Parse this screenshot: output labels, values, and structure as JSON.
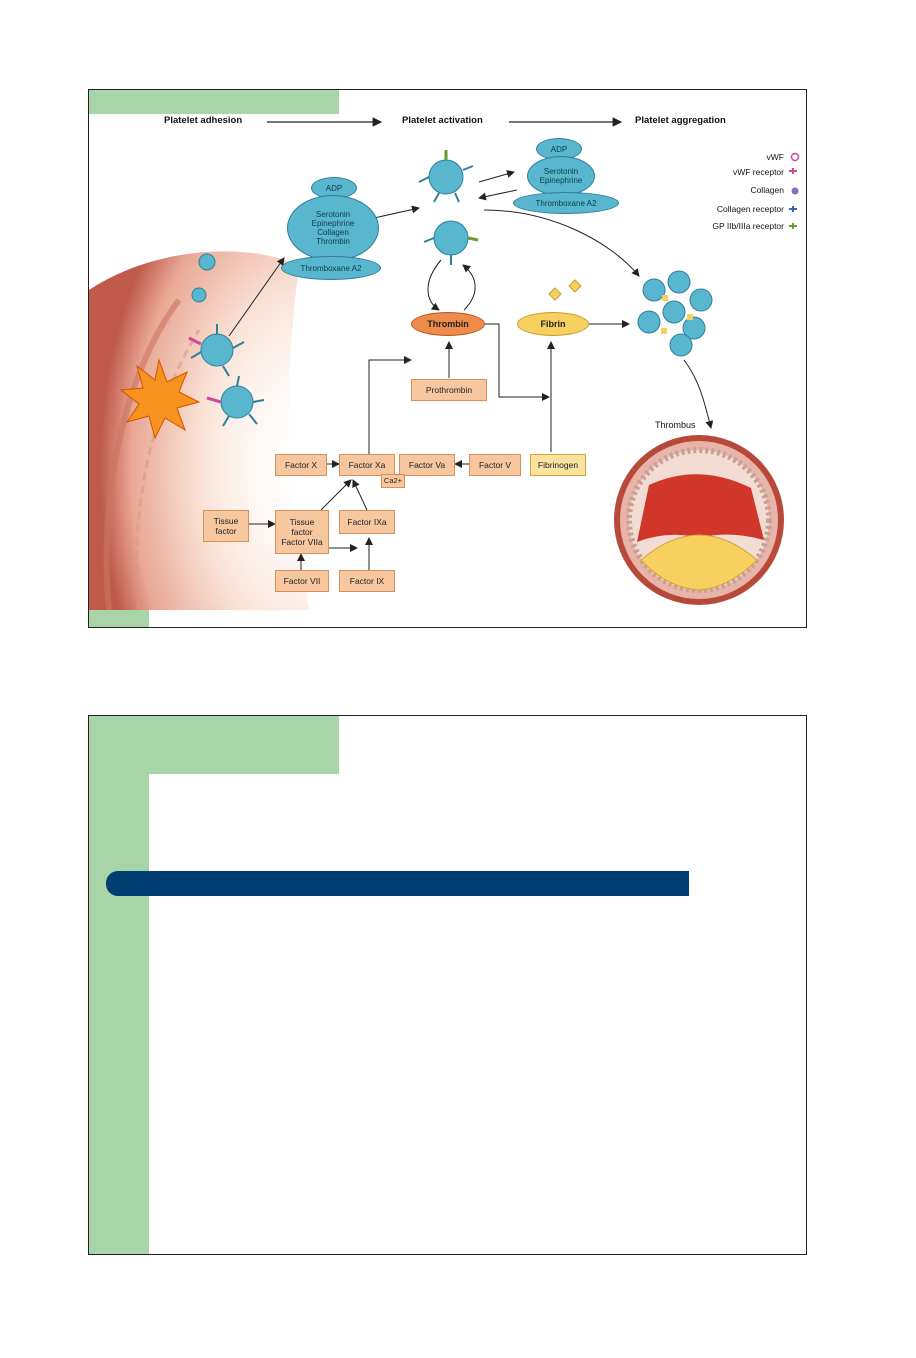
{
  "diagram": {
    "stages": [
      "Platelet adhesion",
      "Platelet activation",
      "Platelet aggregation"
    ],
    "legend": [
      "vWF",
      "vWF receptor",
      "Collagen",
      "Collagen receptor",
      "GP IIb/IIIa receptor"
    ],
    "adhesion_mediators": [
      "ADP",
      "Serotonin",
      "Epinephrine",
      "Collagen",
      "Thrombin",
      "Thromboxane A2"
    ],
    "activation_mediators": [
      "ADP",
      "Serotonin",
      "Epinephrine",
      "Thromboxane A2"
    ],
    "thrombin": "Thrombin",
    "fibrin": "Fibrin",
    "prothrombin": "Prothrombin",
    "fibrinogen": "Fibrinogen",
    "factors": {
      "factor_x": "Factor X",
      "factor_xa": "Factor Xa",
      "factor_va": "Factor Va",
      "factor_v": "Factor V",
      "ca": "Ca2+",
      "tissue_factor": "Tissue factor",
      "tf_complex": "Tissue factor Factor VIIa",
      "factor_ixa": "Factor IXa",
      "factor_vii": "Factor VII",
      "factor_ix": "Factor IX"
    },
    "thrombus": "Thrombus"
  },
  "colors": {
    "slide_accent_green": "#a8d5a8",
    "title_bar_navy": "#003d73",
    "platelet_blue": "#58b6cf",
    "factor_box": "#f7c7a0",
    "thrombin_orange": "#ee8a4a",
    "fibrin_yellow": "#f8d060",
    "injury_orange": "#f7921e"
  }
}
